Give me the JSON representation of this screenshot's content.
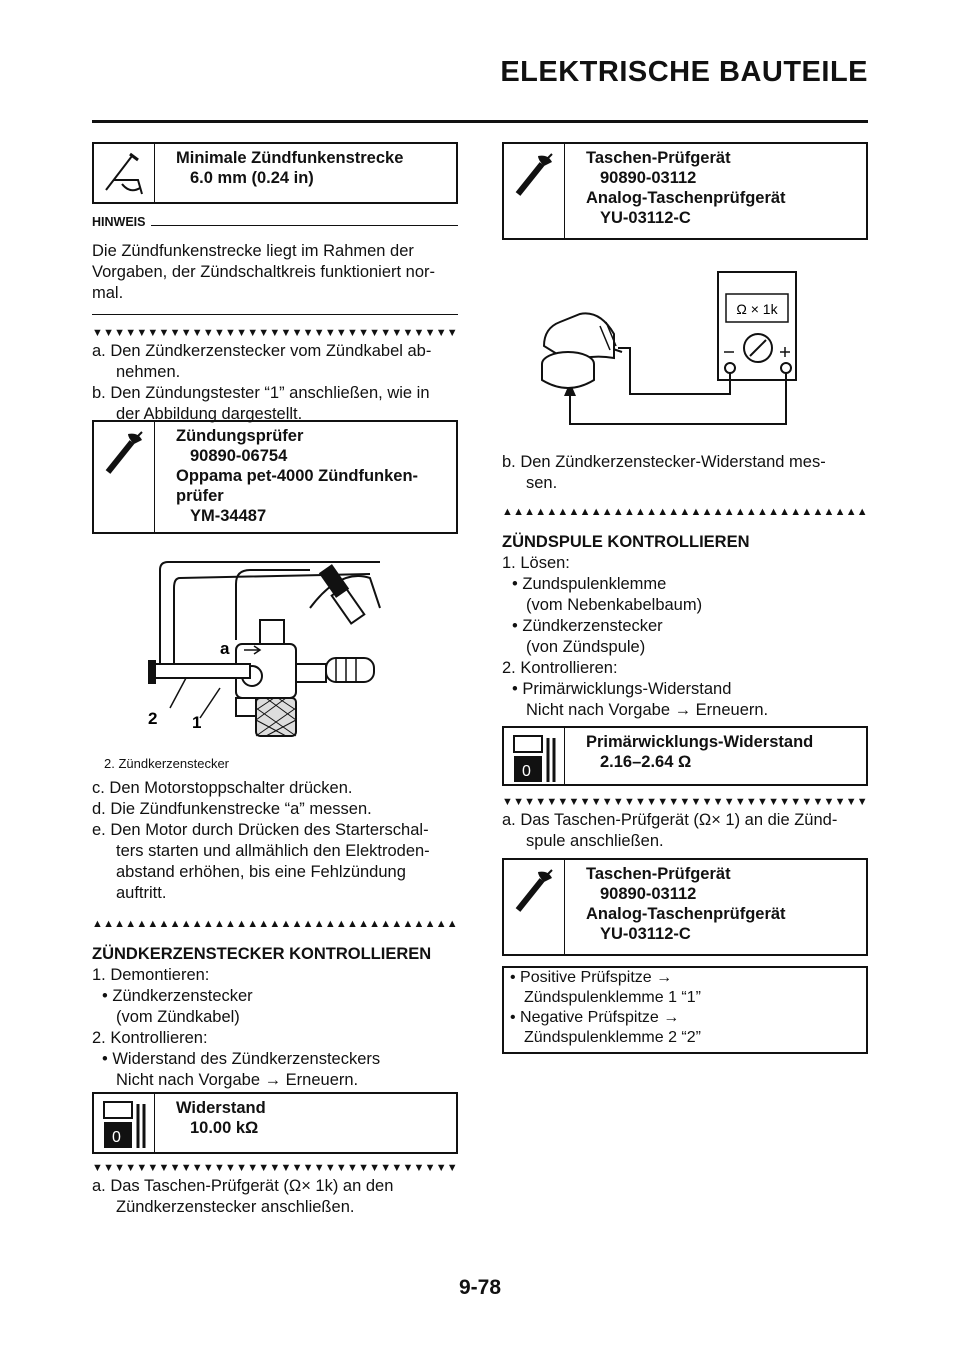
{
  "header": {
    "title": "ELEKTRISCHE BAUTEILE"
  },
  "left": {
    "box1": {
      "title": "Minimale Zündfunkenstrecke",
      "value": "6.0 mm (0.24 in)"
    },
    "hinweis_label": "HINWEIS",
    "hinweis_text": [
      "Die Zündfunkenstrecke liegt im Rahmen der",
      "Vorgaben, der Zündschaltkreis funktioniert nor-",
      "mal."
    ],
    "steps1": [
      {
        "a": "a. Den Zündkerzenstecker vom Zündkabel ab-",
        "b": "nehmen."
      },
      {
        "a": "b. Den Zündungstester “1” anschließen, wie in",
        "b": "der Abbildung dargestellt."
      }
    ],
    "box2": {
      "l1": "Zündungsprüfer",
      "l2": "90890-06754",
      "l3": "Oppama pet-4000 Zündfunken-",
      "l4": "prüfer",
      "l5": "YM-34487"
    },
    "figure": {
      "label_a": "a",
      "label_1": "1",
      "label_2": "2",
      "caption": "2.  Zündkerzenstecker"
    },
    "steps2": [
      "c. Den Motorstoppschalter drücken.",
      "d. Die Zündfunkenstrecke “a” messen.",
      "e. Den Motor durch Drücken des Starterschal-",
      "ters starten und allmählich den Elektroden-",
      "abstand erhöhen, bis eine Fehlzündung",
      "auftritt."
    ],
    "section_heading": "ZÜNDKERZENSTECKER KONTROLLIEREN",
    "section_lines": [
      "1.  Demontieren:",
      "• Zündkerzenstecker",
      "(vom Zündkabel)",
      "2.  Kontrollieren:",
      "• Widerstand des Zündkerzensteckers",
      "Nicht nach Vorgabe → Erneuern."
    ],
    "box3": {
      "title": "Widerstand",
      "value": "10.00 kΩ"
    },
    "steps3": [
      "a.  Das Taschen-Prüfgerät (Ω× 1k) an den",
      "Zündkerzenstecker anschließen."
    ]
  },
  "right": {
    "box4": {
      "l1": "Taschen-Prüfgerät",
      "l2": "90890-03112",
      "l3": "Analog-Taschenprüfgerät",
      "l4": "YU-03112-C"
    },
    "meter_label": "Ω × 1k",
    "step_b": [
      "b. Den Zündkerzenstecker-Widerstand mes-",
      "sen."
    ],
    "section_heading": "ZÜNDSPULE KONTROLLIEREN",
    "section_lines": [
      "1.  Lösen:",
      "• Zundspulenklemme",
      "(vom Nebenkabelbaum)",
      "• Zündkerzenstecker",
      "(von Zündspule)",
      "2.  Kontrollieren:",
      "• Primärwicklungs-Widerstand",
      "Nicht nach Vorgabe → Erneuern."
    ],
    "box5": {
      "title": "Primärwicklungs-Widerstand",
      "value": "2.16–2.64 Ω"
    },
    "step_a": [
      "a.  Das Taschen-Prüfgerät (Ω× 1) an die Zünd-",
      "spule anschließen."
    ],
    "box6": {
      "l1": "Taschen-Prüfgerät",
      "l2": "90890-03112",
      "l3": "Analog-Taschenprüfgerät",
      "l4": "YU-03112-C"
    },
    "box7": [
      "• Positive Prüfspitze →",
      "Zündspulenklemme 1 “1”",
      "• Negative Prüfspitze →",
      "Zündspulenklemme 2 “2”"
    ]
  },
  "footer": {
    "page": "9-78"
  }
}
